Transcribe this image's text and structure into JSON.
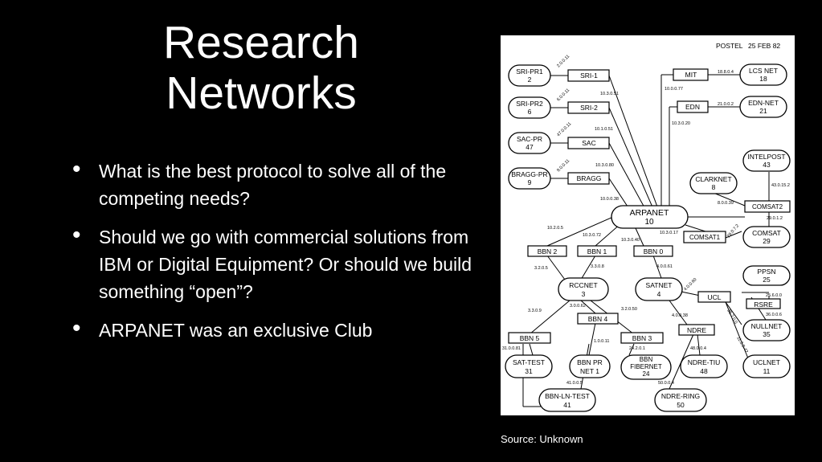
{
  "slide": {
    "title_line1": "Research",
    "title_line2": "Networks",
    "bullets": [
      "What is the best protocol to solve all of the competing needs?",
      "Should we go with commercial solutions from IBM or Digital Equipment?  Or should we build something “open”?",
      "ARPANET was an exclusive Club"
    ],
    "source": "Source: Unknown"
  },
  "figure": {
    "header_author": "POSTEL",
    "header_date": "25 FEB 82",
    "nodes": {
      "sri_pr1": [
        "SRI-PR1",
        "2"
      ],
      "sri_pr2": [
        "SRI-PR2",
        "6"
      ],
      "sac_pr": [
        "SAC-PR",
        "47"
      ],
      "bragg_pr": [
        "BRAGG-PR",
        "9"
      ],
      "lcs_net": [
        "LCS  NET",
        "18"
      ],
      "edn_net": [
        "EDN-NET",
        "21"
      ],
      "intelpost": [
        "INTELPOST",
        "43"
      ],
      "clarknet": [
        "CLARKNET",
        "8"
      ],
      "arpanet": [
        "ARPANET",
        "10"
      ],
      "comsat": [
        "COMSAT",
        "29"
      ],
      "rccnet": [
        "RCCNET",
        "3"
      ],
      "satnet": [
        "SATNET",
        "4"
      ],
      "ppsn": [
        "PPSN",
        "25"
      ],
      "nullnet": [
        "NULLNET",
        "35"
      ],
      "sat_test": [
        "SAT-TEST",
        "31"
      ],
      "bbn_pr_net": [
        "BBN PR",
        "NET 1"
      ],
      "bbn_fibernet": [
        "BBN",
        "FIBERNET",
        "24"
      ],
      "ndre_tiu": [
        "NDRE-TIU",
        "48"
      ],
      "uclnet": [
        "UCLNET",
        "11"
      ],
      "bbn_ln_test": [
        "BBN-LN-TEST",
        "41"
      ],
      "ndre_ring": [
        "NDRE-RING",
        "50"
      ]
    },
    "gateways": {
      "sri1": "SRI-1",
      "sri2": "SRI-2",
      "sac": "SAC",
      "bragg": "BRAGG",
      "mit": "MIT",
      "edn": "EDN",
      "comsat2": "COMSAT2",
      "comsat1": "COMSAT1",
      "bbn2": "BBN 2",
      "bbn1": "BBN 1",
      "bbn0": "BBN 0",
      "bbn4": "BBN 4",
      "bbn5": "BBN 5",
      "bbn3": "BBN 3",
      "ucl": "UCL",
      "rsre": "RSRE",
      "ndre": "NDRE"
    },
    "addresses": [
      "2.0.0.11",
      "10.3.0.51",
      "6.0.0.11",
      "10.1.0.51",
      "47.0.0.11",
      "10.3.0.80",
      "9.0.0.11",
      "10.0.0.38",
      "18.8.0.4",
      "10.0.0.77",
      "21.0.0.2",
      "10.3.0.20",
      "43.0.15.2",
      "8.0.0.39",
      "29.0.1.2",
      "29.0.7.2",
      "10.3.0.17",
      "10.2.0.5",
      "10.3.0.72",
      "10.3.0.40",
      "3.2.0.5",
      "3.3.0.8",
      "4.0.0.61",
      "4.0.0.60",
      "25.6.0.0",
      "36.0.0.6",
      "35.7.0.0",
      "11.3.0.42",
      "3.3.0.9",
      "3.0.0.62",
      "3.2.0.50",
      "4.0.0.38",
      "1.0.0.11",
      "24.2.0.1",
      "48.0.0.4",
      "31.0.0.81",
      "41.0.0.5",
      "50.0.0.4"
    ]
  }
}
